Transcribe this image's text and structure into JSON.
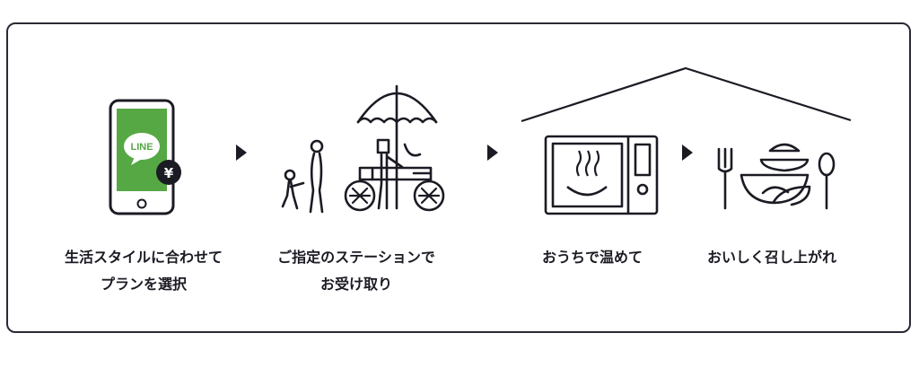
{
  "colors": {
    "line": "#1b1b24",
    "frame": "#2a2a36",
    "line_green": "#56a845",
    "arrow": "#1b1b24"
  },
  "steps": [
    {
      "line1": "生活スタイルに合わせて",
      "line2": "プランを選択",
      "icon": "phone-line-pay-icon"
    },
    {
      "line1": "ご指定のステーションで",
      "line2": "お受け取り",
      "icon": "pickup-station-icon"
    },
    {
      "line1": "おうちで温めて",
      "line2": "",
      "icon": "microwave-icon"
    },
    {
      "line1": "おいしく召し上がれ",
      "line2": "",
      "icon": "tableware-icon"
    }
  ],
  "phone": {
    "app_logo": "LINE",
    "currency_symbol": "¥"
  }
}
